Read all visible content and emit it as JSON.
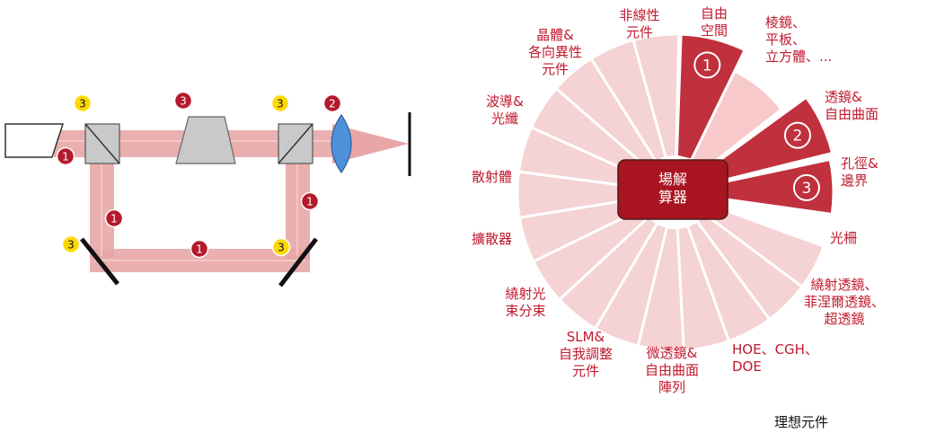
{
  "optical_setup": {
    "markers": {
      "one": "1",
      "two": "2",
      "three": "3"
    },
    "colors": {
      "beam": "#e7a2a2",
      "marker_red": "#b5192c",
      "marker_yellow": "#ffd800",
      "lens": "#4d92d9",
      "glass": "#c8c8c8"
    }
  },
  "wheel": {
    "center_label": "場解\n算器",
    "highlight_numbers": [
      "1",
      "2",
      "3"
    ],
    "colors": {
      "sector_fill": "#f5d2d4",
      "sector_highlight": "#c0303d",
      "center_fill": "#a8141f",
      "text": "#c0192d"
    },
    "labels": {
      "free_space": "自由\n空間",
      "prisms": "棱鏡、\n平板、\n立方體、...",
      "lenses_freeform": "透鏡&\n自由曲面",
      "apertures": "孔徑&\n邊界",
      "gratings": "光柵",
      "diffractive_lenses": "繞射透鏡、\n菲涅爾透鏡、\n超透鏡",
      "hoe": "HOE、CGH、\nDOE",
      "microlens": "微透鏡&\n自由曲面\n陣列",
      "slm": "SLM&\n自我調整\n元件",
      "beam_splitting": "繞射光\n束分束",
      "diffuser": "擴散器",
      "scatterer": "散射體",
      "waveguide": "波導&\n光纖",
      "crystals": "晶體&\n各向異性\n元件",
      "nonlinear": "非線性\n元件"
    }
  },
  "caption": "理想元件"
}
